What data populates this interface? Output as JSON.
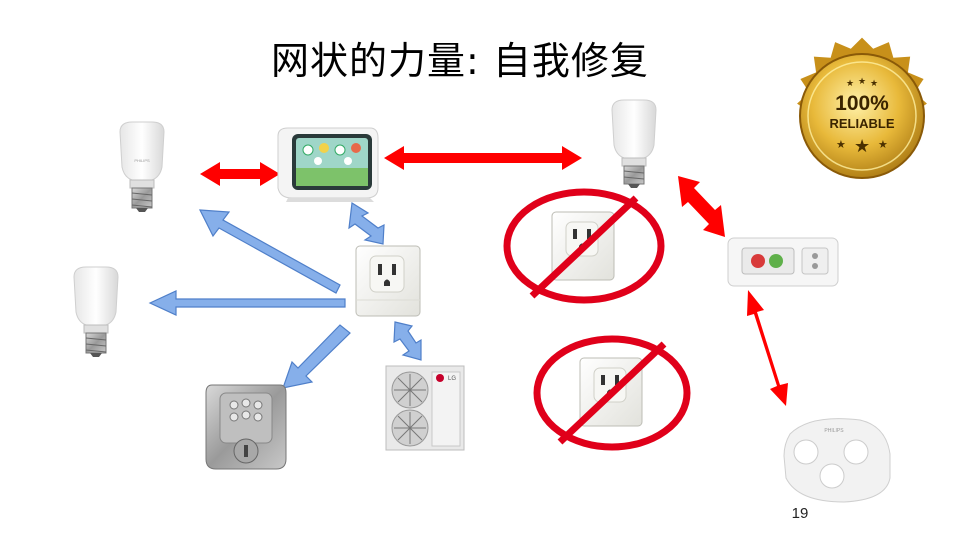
{
  "slide": {
    "title": "网状的力量: 自我修复",
    "page_number": "19"
  },
  "badge": {
    "top_text": "100%",
    "bottom_text": "RELIABLE"
  },
  "devices": {
    "brand_bulb": "PHILIPS",
    "brand_hvac": "LG",
    "brand_remote": "PHILIPS"
  },
  "colors": {
    "red_arrow": "#ff0000",
    "blue_arrow": "#7ba7e6",
    "blue_arrow_stroke": "#4f7fc9",
    "red_circle": "#e0001a",
    "gold": "#d4a017"
  },
  "icons": [
    "light-bulb",
    "smart-display",
    "smart-plug",
    "door-lock",
    "hvac-unit",
    "thermostat",
    "remote-control",
    "reliable-badge",
    "prohibited-sign"
  ]
}
